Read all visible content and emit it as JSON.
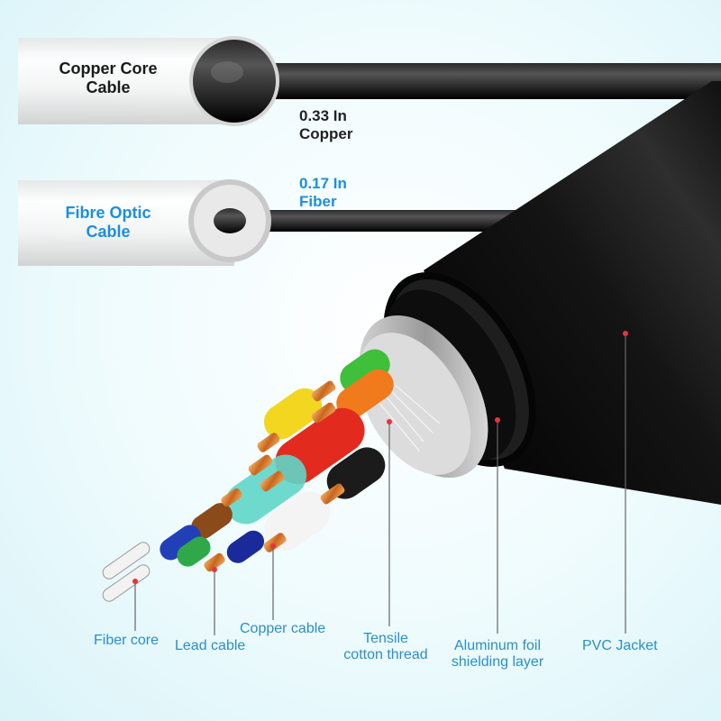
{
  "comparison": {
    "copper": {
      "title": "Copper Core Cable",
      "title_line1": "Copper Core",
      "title_line2": "Cable",
      "gauge_line1": "0.33 In",
      "gauge_line2": "Copper"
    },
    "fiber": {
      "title_line1": "Fibre Optic",
      "title_line2": "Cable",
      "gauge_line1": "0.17 In",
      "gauge_line2": "Fiber"
    }
  },
  "callouts": {
    "fiber_core": "Fiber core",
    "lead_cable": "Lead cable",
    "copper_cable": "Copper cable",
    "tensile_line1": "Tensile",
    "tensile_line2": "cotton thread",
    "aluminum_line1": "Aluminum foil",
    "aluminum_line2": "shielding layer",
    "pvc_jacket": "PVC Jacket"
  },
  "colors": {
    "fiber_label": "#1a8fe0",
    "callout_text": "#2a8fcb",
    "callout_dot": "#e8333a",
    "jacket": "#0b0b0b",
    "copper": "#d9822b"
  }
}
